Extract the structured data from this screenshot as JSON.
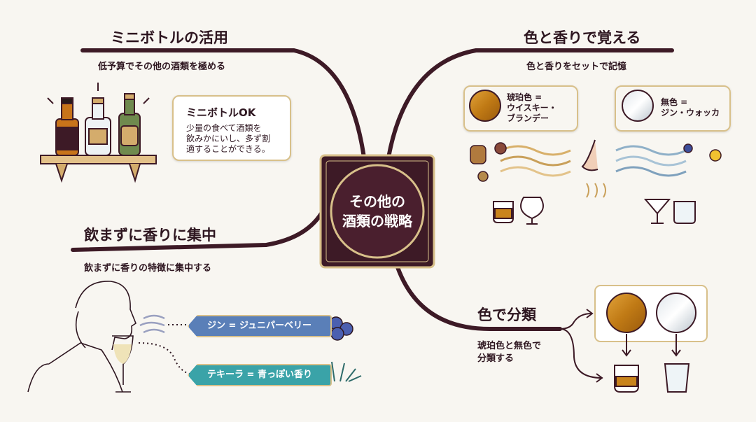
{
  "center": {
    "line1": "その他の",
    "line2": "酒類の戦略"
  },
  "branches": {
    "mini_bottle": {
      "title": "ミニボトルの活用",
      "subtitle": "低予算でその他の酒類を極める",
      "card_title": "ミニボトルOK",
      "card_lines": [
        "少量の食べて酒類を",
        "飲みかにいし、多ず割",
        "適することができる。"
      ]
    },
    "color_aroma": {
      "title": "色と香りで覚える",
      "subtitle": "色と香りをセットで記憶",
      "amber_lines": [
        "琥珀色 =",
        "ウイスキー・",
        "ブランデー"
      ],
      "clear_lines": [
        "無色 =",
        "ジン・ウォッカ"
      ]
    },
    "smell_focus": {
      "title": "飲まずに香りに集中",
      "subtitle": "飲まずに香りの特徴に集中する",
      "tags": [
        "ジン = ジュニパーベリー",
        "テキーラ = 青っぽい香り"
      ]
    },
    "color_classify": {
      "title": "色で分類",
      "subtitle_lines": [
        "琥珀色と無色で",
        "分類する"
      ]
    }
  },
  "colors": {
    "maroon": "#3d1a26",
    "gold": "#d8c08a",
    "amber": "#c9841c",
    "tag_blue": "#5a7fb8",
    "tag_teal": "#3aa3a8",
    "background": "#f8f6f1"
  }
}
